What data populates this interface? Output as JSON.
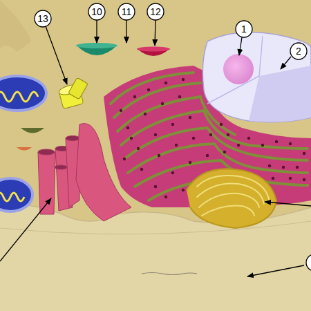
{
  "diagram": {
    "labels": [
      "13",
      "10",
      "11",
      "12",
      "1",
      "2"
    ]
  }
}
